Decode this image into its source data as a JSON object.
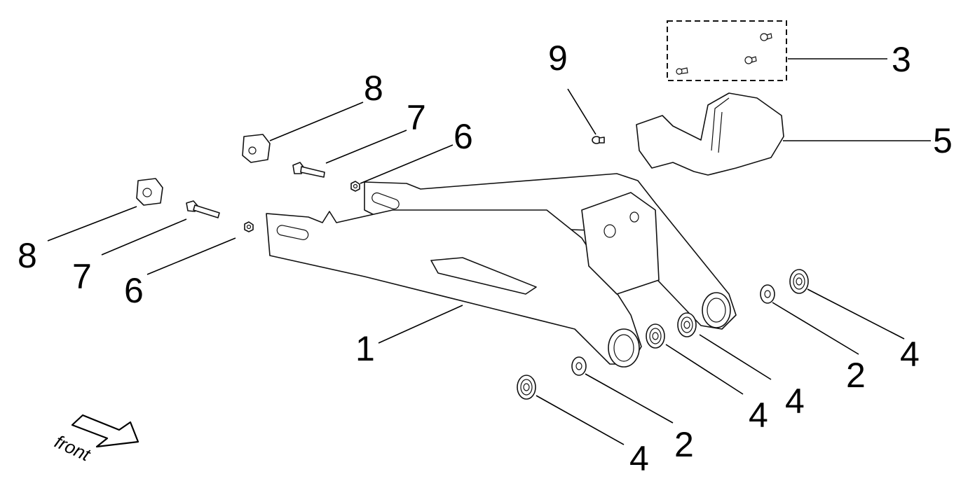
{
  "diagram": {
    "type": "exploded-parts-diagram",
    "subject": "swingarm assembly",
    "orientation_indicator": {
      "label": "front",
      "icon": "arrow-icon"
    },
    "callouts": [
      {
        "id": "c1",
        "number": "1",
        "part": "swingarm"
      },
      {
        "id": "c2a",
        "number": "2",
        "part": "washer"
      },
      {
        "id": "c2b",
        "number": "2",
        "part": "washer"
      },
      {
        "id": "c3",
        "number": "3",
        "part": "screw-kit"
      },
      {
        "id": "c4a",
        "number": "4",
        "part": "bearing"
      },
      {
        "id": "c4b",
        "number": "4",
        "part": "bearing"
      },
      {
        "id": "c4c",
        "number": "4",
        "part": "bearing"
      },
      {
        "id": "c4d",
        "number": "4",
        "part": "bearing"
      },
      {
        "id": "c5",
        "number": "5",
        "part": "chain-guard"
      },
      {
        "id": "c6a",
        "number": "6",
        "part": "nut"
      },
      {
        "id": "c6b",
        "number": "6",
        "part": "nut"
      },
      {
        "id": "c7a",
        "number": "7",
        "part": "bolt"
      },
      {
        "id": "c7b",
        "number": "7",
        "part": "bolt"
      },
      {
        "id": "c8a",
        "number": "8",
        "part": "chain-adjuster-block"
      },
      {
        "id": "c8b",
        "number": "8",
        "part": "chain-adjuster-block"
      },
      {
        "id": "c9",
        "number": "9",
        "part": "screw"
      }
    ]
  }
}
